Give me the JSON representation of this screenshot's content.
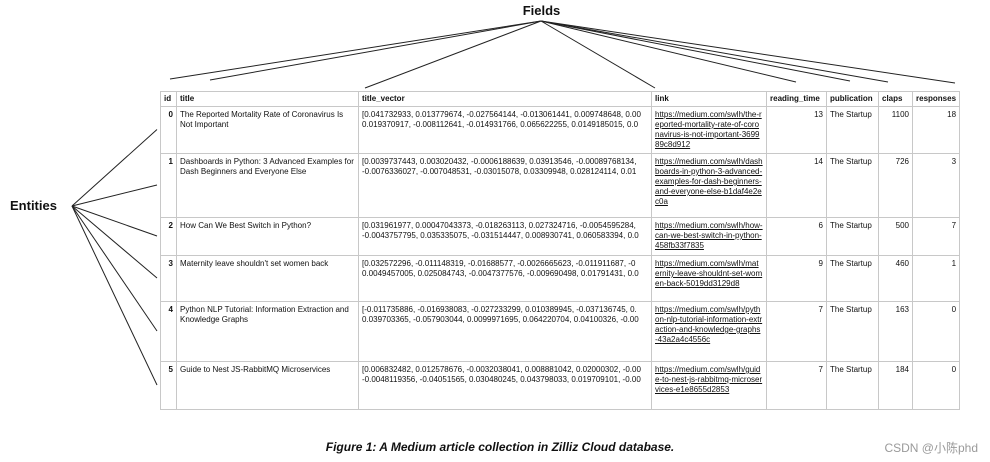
{
  "fields_label": "Fields",
  "entities_label": "Entities",
  "columns": [
    "id",
    "title",
    "title_vector",
    "link",
    "reading_time",
    "publication",
    "claps",
    "responses"
  ],
  "rows": [
    {
      "id": "0",
      "title": "The Reported Mortality Rate of Coronavirus Is Not Important",
      "vector_1": "[0.041732933, 0.013779674, -0.027564144, -0.013061441, 0.009748648, 0.00",
      "vector_2": "0.019370917, -0.008112641, -0.014931766, 0.065622255, 0.0149185015, 0.0",
      "link": "https://medium.com/swlh/the-reported-mortality-rate-of-coronavirus-is-not-important-369989c8d912",
      "reading_time": "13",
      "publication": "The Startup",
      "claps": "1100",
      "responses": "18"
    },
    {
      "id": "1",
      "title": "Dashboards in Python: 3 Advanced Examples for Dash Beginners and Everyone Else",
      "vector_1": "[0.0039737443, 0.003020432, -0.0006188639, 0.03913546, -0.00089768134,",
      "vector_2": "-0.0076336027, -0.007048531, -0.03015078, 0.03309948, 0.028124114, 0.01",
      "link": "https://medium.com/swlh/dashboards-in-python-3-advanced-examples-for-dash-beginners-and-everyone-else-b1daf4e2ec0a",
      "reading_time": "14",
      "publication": "The Startup",
      "claps": "726",
      "responses": "3"
    },
    {
      "id": "2",
      "title": "How Can We Best Switch in Python?",
      "vector_1": "[0.031961977, 0.00047043373, -0.018263113, 0.027324716, -0.0054595284,",
      "vector_2": "-0.0043757795, 0.035335075, -0.031514447, 0.008930741, 0.060583394, 0.0",
      "link": "https://medium.com/swlh/how-can-we-best-switch-in-python-458fb33f7835",
      "reading_time": "6",
      "publication": "The Startup",
      "claps": "500",
      "responses": "7"
    },
    {
      "id": "3",
      "title": "Maternity leave shouldn't set women back",
      "vector_1": "[0.032572296, -0.011148319, -0.01688577, -0.0026665623, -0.011911687, -0",
      "vector_2": "0.0049457005, 0.025084743, -0.0047377576, -0.009690498, 0.01791431, 0.0",
      "link": "https://medium.com/swlh/maternity-leave-shouldnt-set-women-back-5019dd3129d8",
      "reading_time": "9",
      "publication": "The Startup",
      "claps": "460",
      "responses": "1"
    },
    {
      "id": "4",
      "title": "Python NLP Tutorial: Information Extraction and Knowledge Graphs",
      "vector_1": "[-0.011735886, -0.016938083, -0.027233299, 0.010389945, -0.037136745, 0.",
      "vector_2": "0.039703365, -0.057903044, 0.0099971695, 0.064220704, 0.04100326, -0.00",
      "link": "https://medium.com/swlh/python-nlp-tutorial-information-extraction-and-knowledge-graphs-43a2a4c4556c",
      "reading_time": "7",
      "publication": "The Startup",
      "claps": "163",
      "responses": "0"
    },
    {
      "id": "5",
      "title": "Guide to Nest JS-RabbitMQ Microservices",
      "vector_1": "[0.006832482, 0.012578676, -0.0032038041, 0.008881042, 0.02000302, -0.00",
      "vector_2": "-0.0048119356, -0.04051565, 0.030480245, 0.043798033, 0.019709101, -0.00",
      "link": "https://medium.com/swlh/guide-to-nest-js-rabbitmq-microservices-e1e8655d2853",
      "reading_time": "7",
      "publication": "The Startup",
      "claps": "184",
      "responses": "0"
    }
  ],
  "caption": "Figure 1: A Medium article collection in Zilliz Cloud database.",
  "watermark": "CSDN @小陈phd",
  "colors": {
    "line": "#222222",
    "border": "#c8c8c8",
    "watermark": "#9a9a9a"
  }
}
